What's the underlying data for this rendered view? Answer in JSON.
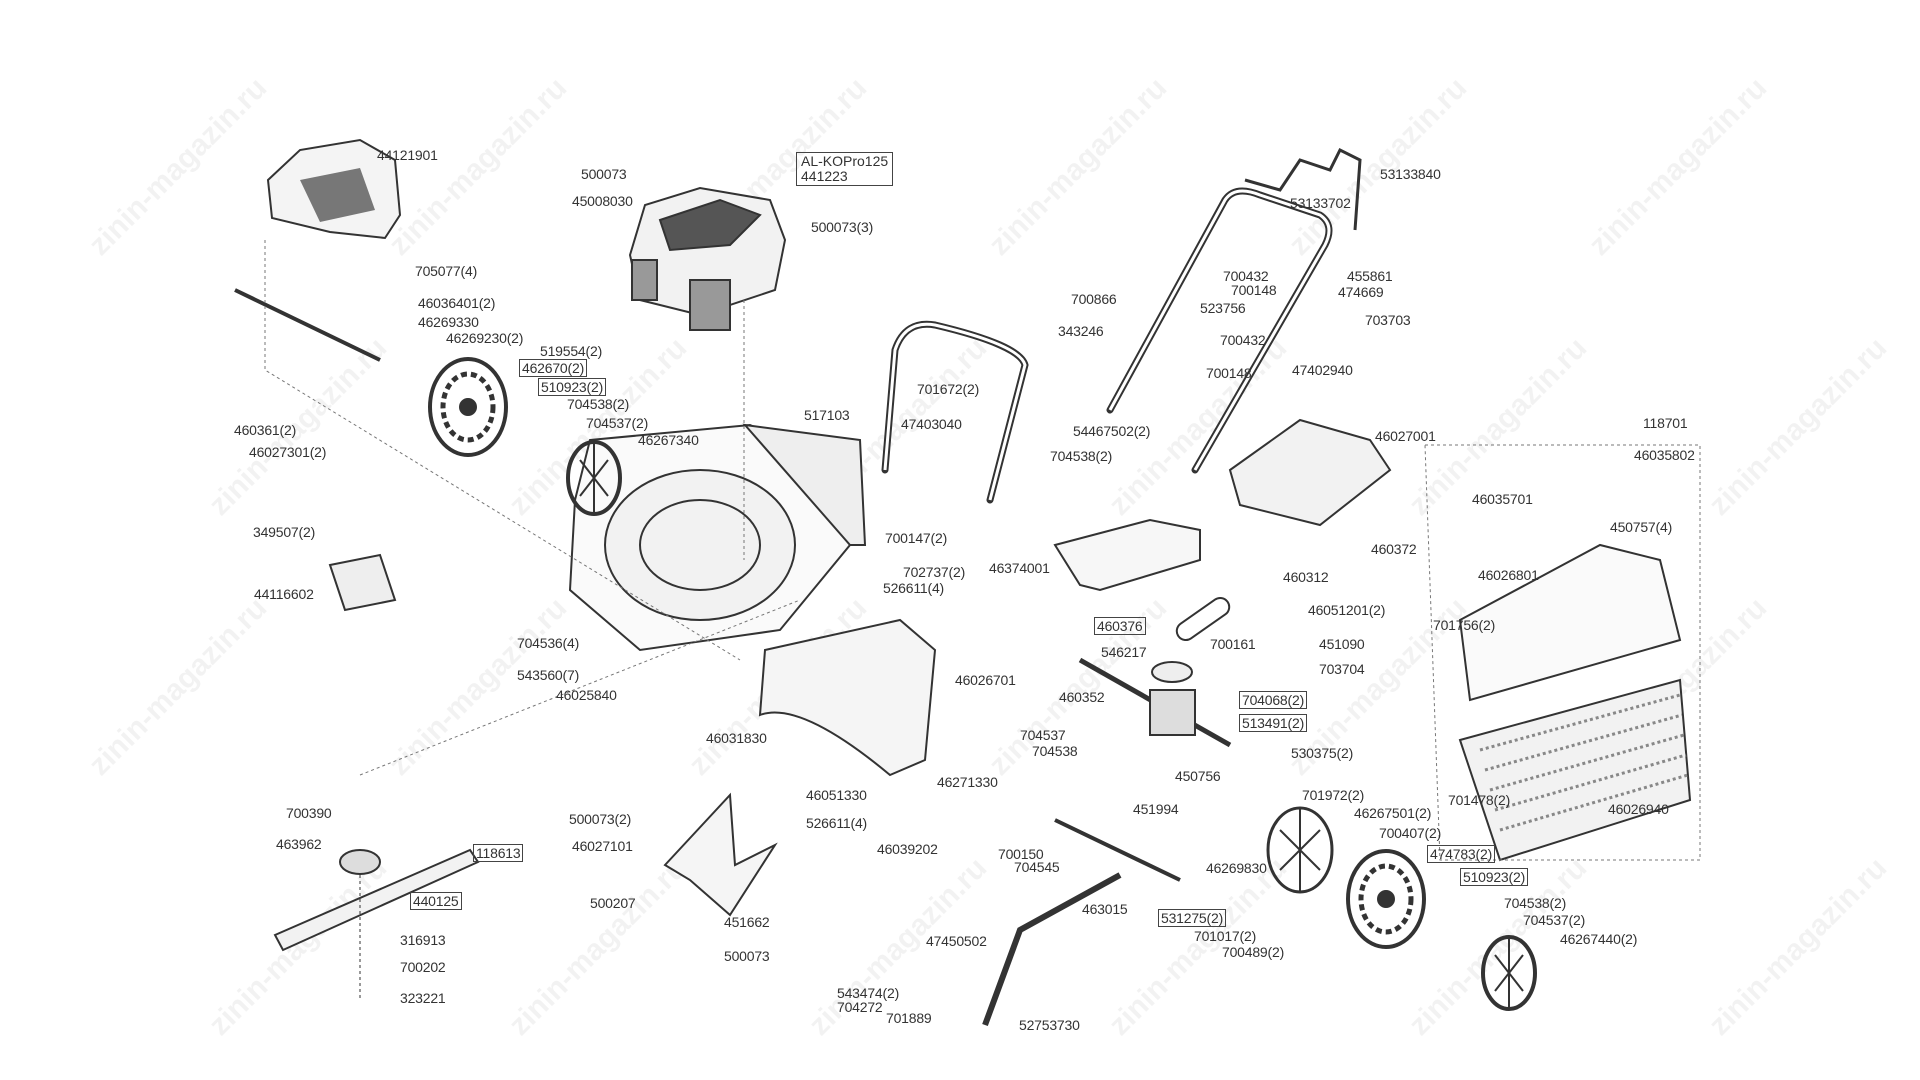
{
  "watermark": "zinin-magazin.ru",
  "engine": {
    "model": "AL-KOPro125",
    "part": "441223"
  },
  "labels": [
    {
      "text": "44121901"
    },
    {
      "text": "500073"
    },
    {
      "text": "45008030"
    },
    {
      "text": "500073(3)"
    },
    {
      "text": "705077(4)"
    },
    {
      "text": "46036401(2)"
    },
    {
      "text": "46269330"
    },
    {
      "text": "46269230(2)"
    },
    {
      "text": "519554(2)"
    },
    {
      "text": "462670(2)",
      "boxed": true
    },
    {
      "text": "510923(2)",
      "boxed": true
    },
    {
      "text": "704538(2)"
    },
    {
      "text": "704537(2)"
    },
    {
      "text": "46267340"
    },
    {
      "text": "460361(2)"
    },
    {
      "text": "46027301(2)"
    },
    {
      "text": "517103"
    },
    {
      "text": "701672(2)"
    },
    {
      "text": "47403040"
    },
    {
      "text": "53133840"
    },
    {
      "text": "53133702"
    },
    {
      "text": "700432"
    },
    {
      "text": "700148"
    },
    {
      "text": "455861"
    },
    {
      "text": "474669"
    },
    {
      "text": "700866"
    },
    {
      "text": "523756"
    },
    {
      "text": "703703"
    },
    {
      "text": "343246"
    },
    {
      "text": "700432"
    },
    {
      "text": "700148"
    },
    {
      "text": "47402940"
    },
    {
      "text": "54467502(2)"
    },
    {
      "text": "704538(2)"
    },
    {
      "text": "46027001"
    },
    {
      "text": "118701"
    },
    {
      "text": "46035802"
    },
    {
      "text": "46035701"
    },
    {
      "text": "450757(4)"
    },
    {
      "text": "46026801"
    },
    {
      "text": "349507(2)"
    },
    {
      "text": "44116602"
    },
    {
      "text": "700147(2)"
    },
    {
      "text": "702737(2)"
    },
    {
      "text": "526611(4)"
    },
    {
      "text": "46374001"
    },
    {
      "text": "460372"
    },
    {
      "text": "460312"
    },
    {
      "text": "46051201(2)"
    },
    {
      "text": "460376",
      "boxed": true
    },
    {
      "text": "546217"
    },
    {
      "text": "700161"
    },
    {
      "text": "451090"
    },
    {
      "text": "703704"
    },
    {
      "text": "460352"
    },
    {
      "text": "704068(2)",
      "boxed": true
    },
    {
      "text": "513491(2)",
      "boxed": true
    },
    {
      "text": "530375(2)"
    },
    {
      "text": "701756(2)"
    },
    {
      "text": "701478(2)"
    },
    {
      "text": "46026940"
    },
    {
      "text": "704536(4)"
    },
    {
      "text": "543560(7)"
    },
    {
      "text": "46025840"
    },
    {
      "text": "46026701"
    },
    {
      "text": "46031830"
    },
    {
      "text": "704537"
    },
    {
      "text": "704538"
    },
    {
      "text": "450756"
    },
    {
      "text": "451994"
    },
    {
      "text": "46271330"
    },
    {
      "text": "46051330"
    },
    {
      "text": "526611(4)"
    },
    {
      "text": "46039202"
    },
    {
      "text": "700150"
    },
    {
      "text": "704545"
    },
    {
      "text": "46269830"
    },
    {
      "text": "701972(2)"
    },
    {
      "text": "46267501(2)"
    },
    {
      "text": "700407(2)"
    },
    {
      "text": "474783(2)",
      "boxed": true
    },
    {
      "text": "510923(2)",
      "boxed": true
    },
    {
      "text": "704538(2)"
    },
    {
      "text": "704537(2)"
    },
    {
      "text": "46267440(2)"
    },
    {
      "text": "463015"
    },
    {
      "text": "531275(2)",
      "boxed": true
    },
    {
      "text": "701017(2)"
    },
    {
      "text": "700489(2)"
    },
    {
      "text": "700390"
    },
    {
      "text": "463962"
    },
    {
      "text": "118613",
      "boxed": true
    },
    {
      "text": "440125",
      "boxed": true
    },
    {
      "text": "316913"
    },
    {
      "text": "700202"
    },
    {
      "text": "323221"
    },
    {
      "text": "500073(2)"
    },
    {
      "text": "46027101"
    },
    {
      "text": "500207"
    },
    {
      "text": "451662"
    },
    {
      "text": "500073"
    },
    {
      "text": "47450502"
    },
    {
      "text": "543474(2)"
    },
    {
      "text": "704272"
    },
    {
      "text": "701889"
    },
    {
      "text": "52753730"
    }
  ]
}
